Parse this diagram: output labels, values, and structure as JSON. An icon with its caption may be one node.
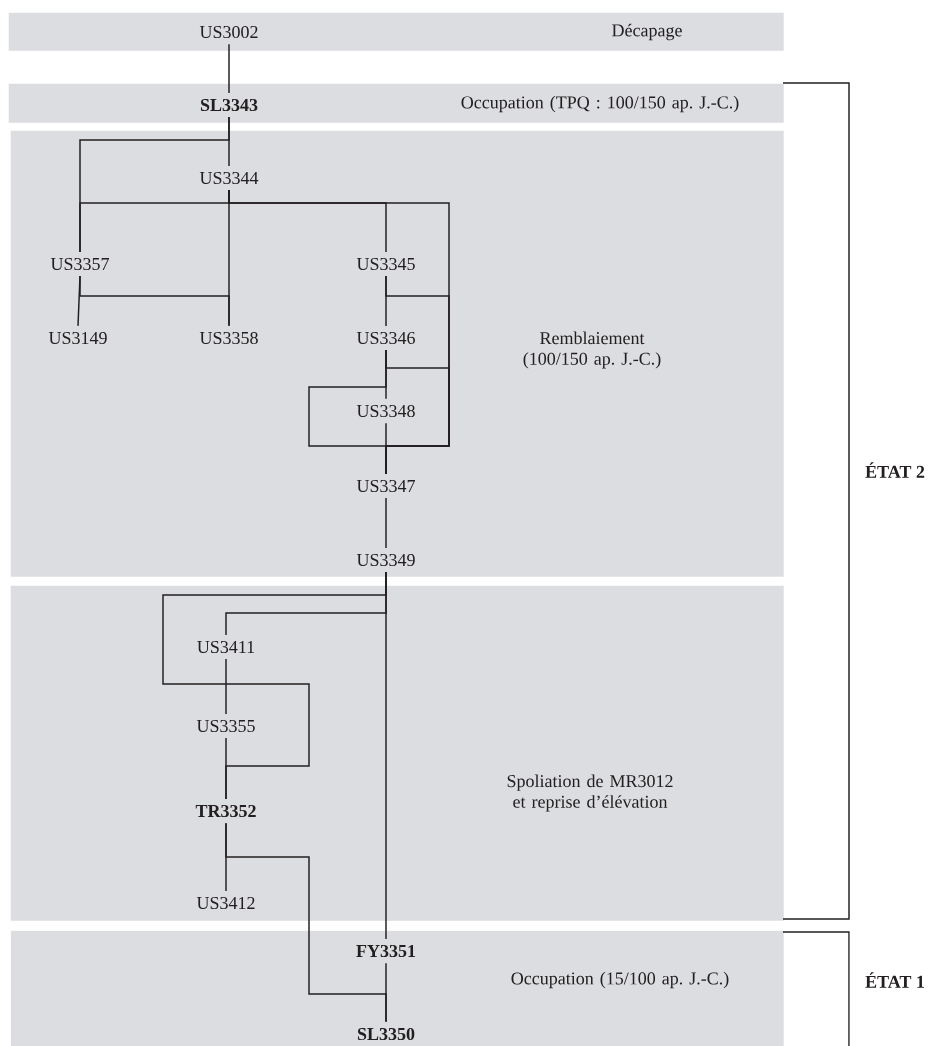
{
  "diagram": {
    "nodes": [
      {
        "text": [
          "Décapage"
        ]
      },
      {
        "text": [
          "US3002"
        ],
        "in": 0
      },
      {
        "text": [
          "Occupation (TPQ : 100/150 ap. J.-C.)"
        ]
      },
      {
        "text": [
          "SL3343"
        ],
        "in": 2
      },
      {
        "text": [
          "Remblaiement (100/150 ap. J.-C.)"
        ]
      },
      {
        "text": [
          "US3344"
        ],
        "in": 4
      },
      {
        "text": [
          "US3357"
        ],
        "in": 4
      },
      {
        "text": [
          "US3345"
        ],
        "in": 4
      },
      {
        "text": [
          "US3149"
        ],
        "in": 4
      },
      {
        "text": [
          "US3358"
        ],
        "in": 4
      },
      {
        "text": [
          "US3346"
        ],
        "in": 4
      },
      {
        "text": [
          "US3348"
        ],
        "in": 4
      },
      {
        "text": [
          "US3347"
        ],
        "in": 4
      },
      {
        "text": [
          "US3349"
        ],
        "in": 4
      },
      {
        "text": [
          "Spoliation de MR3012 et reprise d’élévation"
        ]
      },
      {
        "text": [
          "US3411"
        ],
        "in": 14
      },
      {
        "text": [
          "US3355"
        ],
        "in": 14
      },
      {
        "text": [
          "TR3352"
        ],
        "in": 14
      },
      {
        "text": [
          "US3412"
        ],
        "in": 14
      },
      {
        "text": [
          "Occupation (15/100 ap. J.-C.)"
        ]
      },
      {
        "text": [
          "FY3351"
        ],
        "in": 19
      },
      {
        "text": [
          "SL3350"
        ],
        "in": 19
      }
    ],
    "edges": [
      {
        "from": 1,
        "to": 3,
        "arrow": "none"
      },
      {
        "from": 3,
        "to": 5,
        "arrow": "none"
      },
      {
        "from": 3,
        "to": 6,
        "arrow": "none"
      },
      {
        "from": 5,
        "to": 6,
        "arrow": "none"
      },
      {
        "from": 5,
        "to": 9,
        "arrow": "none"
      },
      {
        "from": 5,
        "to": 7,
        "arrow": "none"
      },
      {
        "from": 6,
        "to": 8,
        "arrow": "none"
      },
      {
        "from": 6,
        "to": 9,
        "arrow": "none"
      },
      {
        "from": 7,
        "to": 10,
        "arrow": "none"
      },
      {
        "from": 10,
        "to": 11,
        "arrow": "none"
      },
      {
        "from": 11,
        "to": 12,
        "arrow": "none"
      },
      {
        "from": 12,
        "to": 13,
        "arrow": "none"
      },
      {
        "from": 5,
        "to": 12,
        "arrow": "none"
      },
      {
        "from": 7,
        "to": 12,
        "arrow": "none"
      },
      {
        "from": 10,
        "to": 12,
        "arrow": "none"
      },
      {
        "from": 10,
        "to": 12,
        "arrow": "none"
      },
      {
        "from": 13,
        "to": 20,
        "arrow": "none"
      },
      {
        "from": 13,
        "to": 15,
        "arrow": "none"
      },
      {
        "from": 13,
        "to": 17,
        "arrow": "none"
      },
      {
        "from": 15,
        "to": 16,
        "arrow": "none"
      },
      {
        "from": 16,
        "to": 17,
        "arrow": "none"
      },
      {
        "from": 17,
        "to": 18,
        "arrow": "none"
      },
      {
        "from": 17,
        "to": 21,
        "arrow": "none"
      },
      {
        "from": 20,
        "to": 21,
        "arrow": "none"
      }
    ],
    "labels": [
      "ÉTAT 2",
      "ÉTAT 1"
    ]
  }
}
